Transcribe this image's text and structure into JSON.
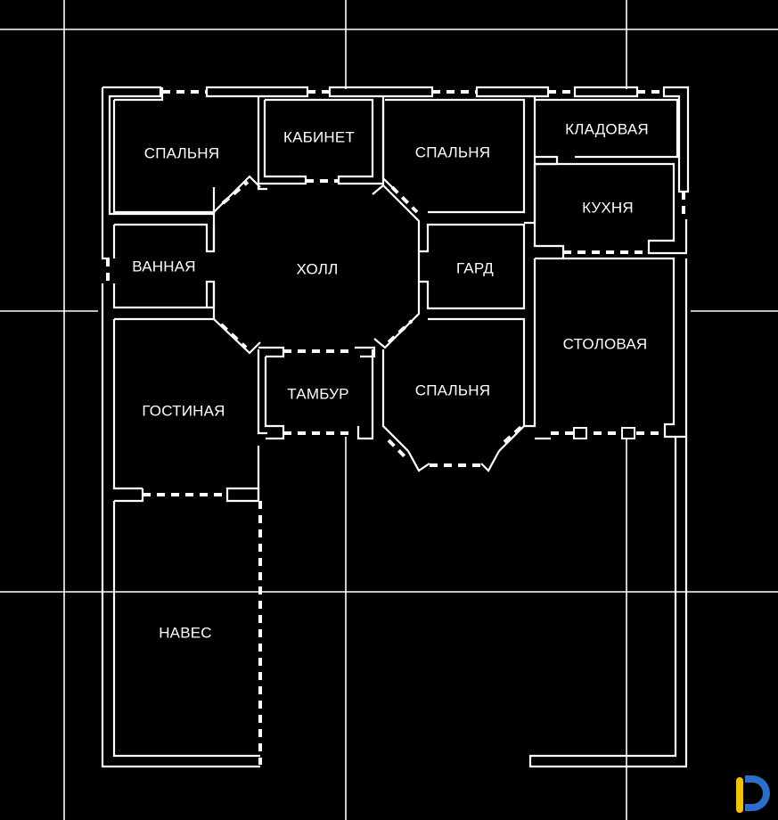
{
  "rooms": {
    "spalnya_1": "СПАЛЬНЯ",
    "kabinet": "КАБИНЕТ",
    "spalnya_2": "СПАЛЬНЯ",
    "kladovaya": "КЛАДОВАЯ",
    "kuhnya": "КУХНЯ",
    "vannaya": "ВАННАЯ",
    "holl": "ХОЛЛ",
    "gard": "ГАРД",
    "stolovaya": "СТОЛОВАЯ",
    "gostinaya": "ГОСТИНАЯ",
    "tambur": "ТАМБУР",
    "spalnya_3": "СПАЛЬНЯ",
    "naves": "НАВЕС"
  },
  "colors": {
    "background": "#000000",
    "lines": "#ffffff",
    "logo_yellow": "#f2c200",
    "logo_blue": "#2a6fc9"
  },
  "icons": {
    "logo": "brand-logo-icon"
  }
}
